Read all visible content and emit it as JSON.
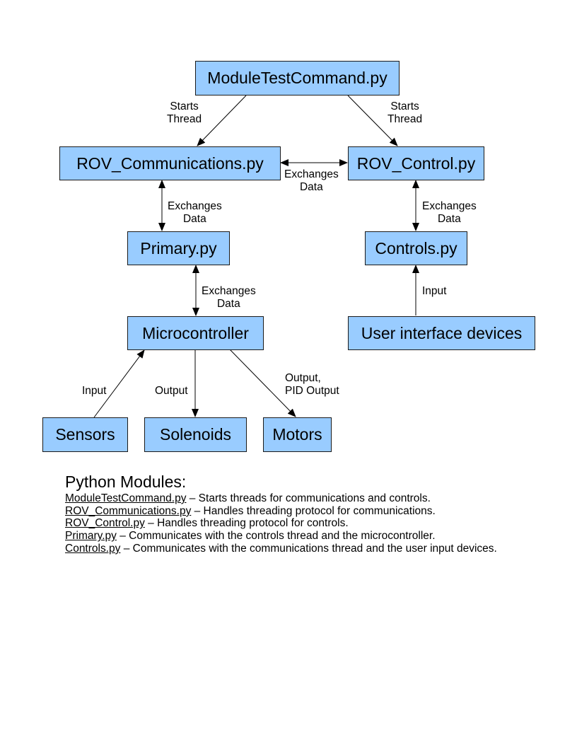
{
  "nodes": {
    "module_test": "ModuleTestCommand.py",
    "rov_comm": "ROV_Communications.py",
    "rov_control": "ROV_Control.py",
    "primary": "Primary.py",
    "controls": "Controls.py",
    "micro": "Microcontroller",
    "ui_devices": "User interface devices",
    "sensors": "Sensors",
    "solenoids": "Solenoids",
    "motors": "Motors"
  },
  "edge_labels": {
    "starts_left": [
      "Starts",
      "Thread"
    ],
    "starts_right": [
      "Starts",
      "Thread"
    ],
    "exch_mid": [
      "Exchanges",
      "Data"
    ],
    "exch_comm_primary": [
      "Exchanges",
      "Data"
    ],
    "exch_control_controls": [
      "Exchanges",
      "Data"
    ],
    "exch_primary_micro": [
      "Exchanges",
      "Data"
    ],
    "input_ui": "Input",
    "input_sensors": "Input",
    "output_solenoids": "Output",
    "output_motors": [
      "Output,",
      "PID Output"
    ]
  },
  "legend": {
    "title": "Python Modules:",
    "items": [
      {
        "module": "ModuleTestCommand.py",
        "desc": " – Starts threads for communications and controls."
      },
      {
        "module": "ROV_Communications.py",
        "desc": " – Handles threading protocol for communications."
      },
      {
        "module": "ROV_Control.py",
        "desc": " – Handles threading protocol for controls."
      },
      {
        "module": "Primary.py",
        "desc": " – Communicates with the controls thread and the microcontroller."
      },
      {
        "module": "Controls.py",
        "desc": " – Communicates with the communications thread and the user input devices."
      }
    ]
  },
  "colors": {
    "node_fill": "#99ccff",
    "node_border": "#1a1a1a",
    "arrow": "#000000"
  }
}
